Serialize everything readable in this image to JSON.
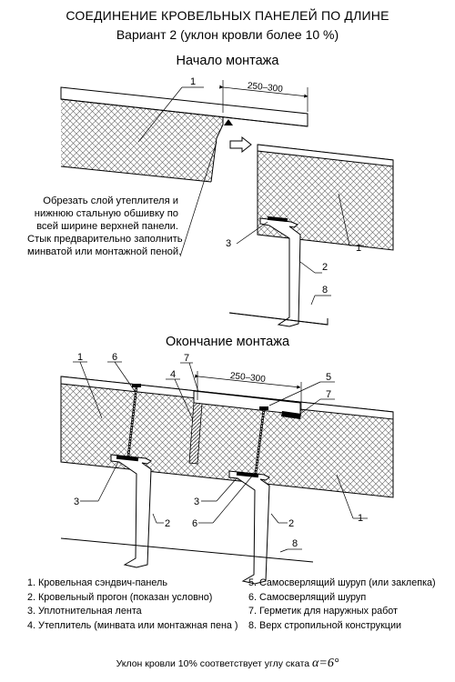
{
  "title": "СОЕДИНЕНИЕ КРОВЕЛЬНЫХ ПАНЕЛЕЙ ПО ДЛИНЕ",
  "subtitle": "Вариант 2 (уклон кровли более 10 %)",
  "section1_title": "Начало монтажа",
  "section2_title": "Окончание монтажа",
  "dimension": "250–300",
  "note_lines": [
    "Обрезать слой утеплителя и",
    "нижнюю стальную обшивку по",
    "всей ширине верхней панели.",
    "Стык предварительно заполнить",
    "минватой или монтажной пеной."
  ],
  "callouts": {
    "n1": "1",
    "n2": "2",
    "n3": "3",
    "n4": "4",
    "n5": "5",
    "n6": "6",
    "n7": "7",
    "n8": "8"
  },
  "legend_left": [
    "1. Кровельная сэндвич-панель",
    "2. Кровельный прогон (показан условно)",
    "3. Уплотнительная лента",
    "4. Утеплитель (минвата или монтажная пена )"
  ],
  "legend_right": [
    "5. Самосверлящий шуруп (или заклепка)",
    "6. Самосверлящий шуруп",
    "7. Герметик для наружных работ",
    "8. Верх стропильной конструкции"
  ],
  "footer_text": "Уклон кровли 10% соответствует углу ската",
  "footer_angle": "α=6°"
}
